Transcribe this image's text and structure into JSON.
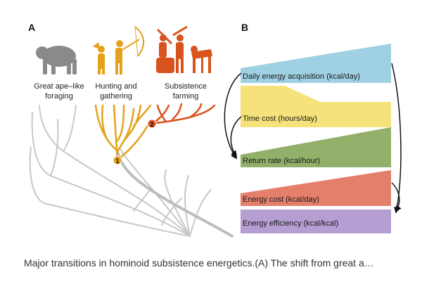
{
  "panel_a": {
    "label": "A",
    "categories": [
      {
        "line1": "Great ape–like",
        "line2": "foraging",
        "color": "#8a8a8a",
        "icon": "ape-icon"
      },
      {
        "line1": "Hunting and",
        "line2": "gathering",
        "color": "#e3a21a",
        "icon": "hunter-gatherer-icon"
      },
      {
        "line1": "Subsistence",
        "line2": "farming",
        "color": "#d9531e",
        "icon": "farmers-icon"
      }
    ],
    "nodes": [
      {
        "label": "1",
        "color": "#e3a21a"
      },
      {
        "label": "2",
        "color": "#d9531e"
      }
    ]
  },
  "panel_b": {
    "label": "B",
    "bands": [
      {
        "label": "Daily energy acquisition (kcal/day)",
        "color": "#9fd1e3"
      },
      {
        "label": "Time cost (hours/day)",
        "color": "#f6e27a"
      },
      {
        "label": "Return rate (kcal/hour)",
        "color": "#93b06a"
      },
      {
        "label": "Energy cost (kcal/day)",
        "color": "#e47f6c"
      },
      {
        "label": "Energy efficiency (kcal/kcal)",
        "color": "#b49ed2"
      }
    ]
  },
  "caption": "Major transitions in hominoid subsistence energetics.(A) The shift from great a…"
}
